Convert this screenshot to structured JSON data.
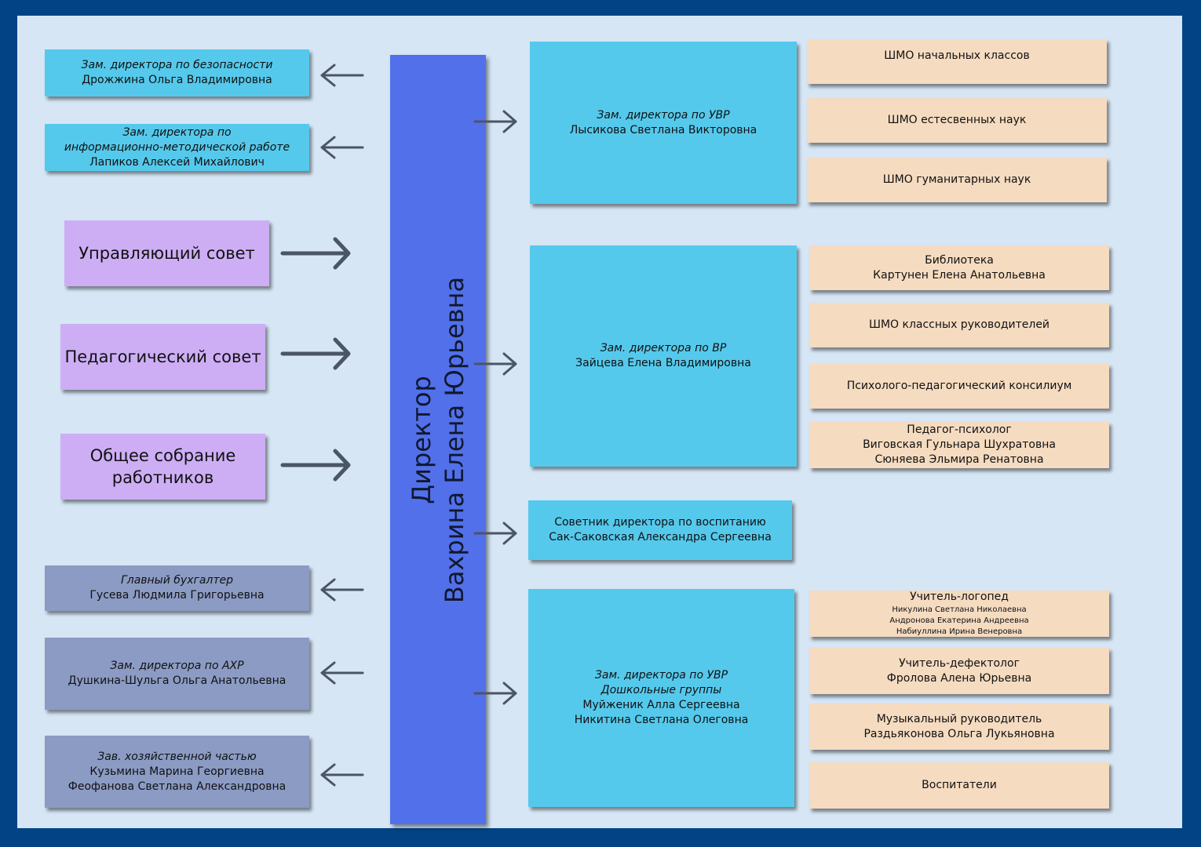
{
  "colors": {
    "frame": "#024385",
    "background": "#d6e6f5",
    "director": "#5270ea",
    "deputy_cyan": "#55c9ec",
    "unit_peach": "#f5dbc0",
    "council_lilac": "#cdaef5",
    "admin_slate": "#8b9bc4",
    "arrow": "#4a5566"
  },
  "director": {
    "line1": "Директор",
    "line2": "Вахрина Елена Юрьевна"
  },
  "left": {
    "security": {
      "role": "Зам. директора по безопасности",
      "name": "Дрожжина Ольга Владимировна"
    },
    "methodical": {
      "role1": "Зам. директора по",
      "role2": "информационно-методической работе",
      "name": "Лапиков Алексей Михайлович"
    },
    "councils": [
      {
        "line1": "Управляющий совет"
      },
      {
        "line1": "Педагогический совет"
      },
      {
        "line1": "Общее собрание",
        "line2": "работников"
      }
    ],
    "accountant": {
      "role": "Главный бухгалтер",
      "name": "Гусева Людмила Григорьевна"
    },
    "axr": {
      "role": "Зам. директора по АХР",
      "name": "Душкина-Шульга Ольга Анатольевна"
    },
    "household": {
      "role": "Зав. хозяйственной частью",
      "name1": "Кузьмина Марина Георгиевна",
      "name2": "Феофанова Светлана Александровна"
    }
  },
  "right": {
    "uvr": {
      "role": "Зам. директора по УВР",
      "name": "Лысикова Светлана Викторовна"
    },
    "vr": {
      "role": "Зам. директора по ВР",
      "name": "Зайцева Елена Владимировна"
    },
    "advisor": {
      "line1": "Советник директора по воспитанию",
      "line2": "Сак-Саковская Александра Сергеевна"
    },
    "preschool": {
      "role1": "Зам. директора по УВР",
      "role2": "Дошкольные группы",
      "name1": "Муйженик Алла Сергеевна",
      "name2": "Никитина Светлана Олеговна"
    }
  },
  "units": {
    "shmo_primary": "ШМО  начальных классов",
    "shmo_science": "ШМО естесвенных наук",
    "shmo_humanities": "ШМО гуманитарных наук",
    "library": {
      "title": "Библиотека",
      "name": "Картунен Елена Анатольевна"
    },
    "shmo_class": "ШМО классных руководителей",
    "consilium": "Психолого-педагогический консилиум",
    "psychologist": {
      "title": "Педагог-психолог",
      "name1": "Виговская Гульнара Шухратовна",
      "name2": "Сюняева Эльмира Ренатовна"
    },
    "speech": {
      "title": "Учитель-логопед",
      "name1": "Никулина Светлана Николаевна",
      "name2": "Андронова Екатерина Андреевна",
      "name3": "Набиуллина Ирина Венеровна"
    },
    "defectologist": {
      "title": "Учитель-дефектолог",
      "name": "Фролова Алена Юрьевна"
    },
    "music": {
      "title": "Музыкальный руководитель",
      "name": "Раздьяконова Ольга Лукьяновна"
    },
    "educators": "Воспитатели"
  }
}
